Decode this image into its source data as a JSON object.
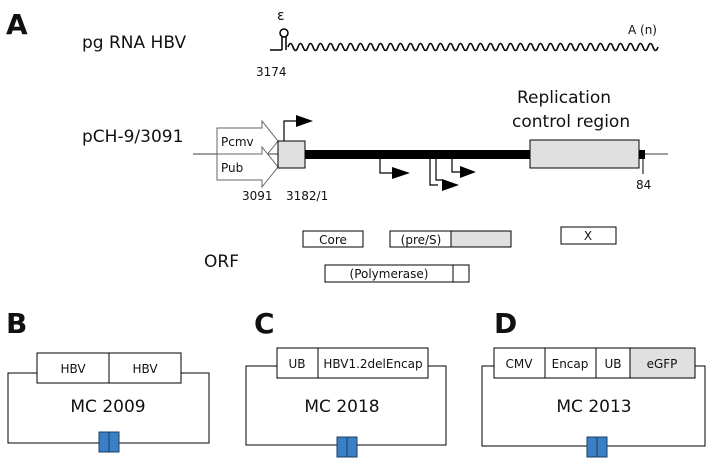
{
  "panels": {
    "A": {
      "letter": "A",
      "pgrna": {
        "label": "pg RNA HBV",
        "epsilon": "ε",
        "polya": "A (n)",
        "start": "3174"
      },
      "pch": {
        "label": "pCH-9/3091",
        "promoter_cmv": "Pcmv",
        "promoter_ub": "Pub",
        "pos_left": "3091",
        "pos_mid": "3182/1",
        "pos_right": "84",
        "region_line1": "Replication",
        "region_line2": "control region"
      },
      "orf": {
        "label": "ORF",
        "core": "Core",
        "pres": "(pre/S)",
        "x": "X",
        "polymerase": "(Polymerase)"
      }
    },
    "B": {
      "letter": "B",
      "segments": [
        "HBV",
        "HBV"
      ],
      "name": "MC 2009"
    },
    "C": {
      "letter": "C",
      "segments": [
        "UB",
        "HBV1.2delEncap"
      ],
      "name": "MC 2018"
    },
    "D": {
      "letter": "D",
      "segments": [
        "CMV",
        "Encap",
        "UB",
        "eGFP"
      ],
      "name": "MC 2013"
    }
  },
  "colors": {
    "marker": "#3b7fc4",
    "shaded": "#e0e0e0",
    "line": "#000000"
  }
}
